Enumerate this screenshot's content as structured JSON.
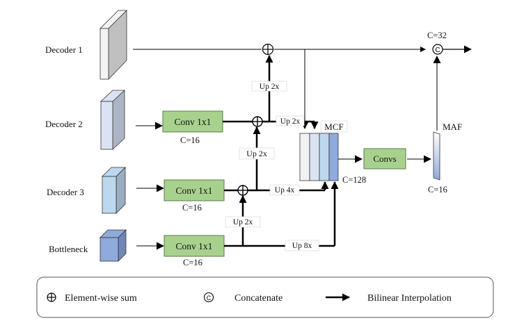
{
  "inputs": {
    "decoder1": "Decoder 1",
    "decoder2": "Decoder 2",
    "decoder3": "Decoder 3",
    "bottleneck": "Bottleneck"
  },
  "blocks": {
    "conv_d2": "Conv 1x1",
    "conv_d3": "Conv 1x1",
    "conv_bn": "Conv 1x1",
    "convs": "Convs"
  },
  "channels": {
    "conv_d2": "C=16",
    "conv_d3": "C=16",
    "conv_bn": "C=16",
    "mcf": "C=128",
    "maf": "C=16",
    "concat": "C=32"
  },
  "upsample_labels": {
    "d2_to_d1": "Up 2x",
    "d2_to_mcf": "Up 2x",
    "d3_to_d2": "Up 2x",
    "d3_to_mcf": "Up 4x",
    "bn_to_d3": "Up 2x",
    "bn_to_mcf": "Up 8x"
  },
  "modules": {
    "mcf": "MCF",
    "maf": "MAF"
  },
  "legend": {
    "sum_symbol": "⊕",
    "sum_label": "Element-wise sum",
    "concat_symbol": "©",
    "concat_label": "Concatenate",
    "arrow_label": "Bilinear Interpolation"
  },
  "colors": {
    "conv_fill": "#a9d18e",
    "conv_stroke": "#5a7a45",
    "decoder1_front": "#f2f2f2",
    "decoder1_side": "#c0c0c0",
    "decoder2_front": "#dae3f3",
    "decoder2_side": "#acb4c6",
    "decoder3_front": "#bdd7ee",
    "decoder3_side": "#98aec2",
    "bottleneck_front": "#8faadc",
    "bottleneck_side": "#7088b8",
    "mcf_slices": [
      "#f2f2f2",
      "#dae3f3",
      "#bdd7ee",
      "#8faadc"
    ]
  }
}
